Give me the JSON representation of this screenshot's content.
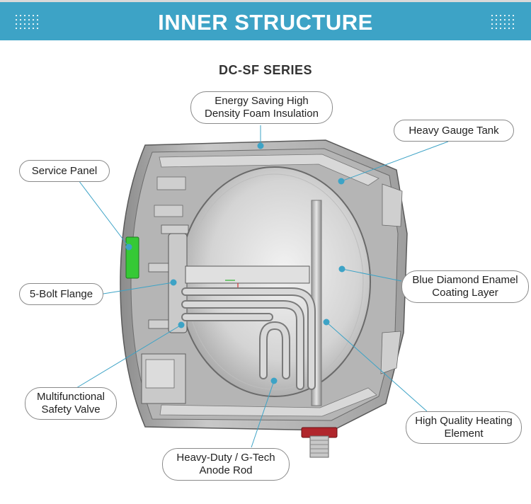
{
  "header": {
    "title": "INNER STRUCTURE"
  },
  "subtitle": "DC-SF SERIES",
  "labels": {
    "foam_insulation": "Energy Saving High\nDensity Foam Insulation",
    "heavy_gauge_tank": "Heavy Gauge Tank",
    "service_panel": "Service Panel",
    "bolt_flange": "5-Bolt Flange",
    "enamel_coating": "Blue Diamond Enamel\nCoating Layer",
    "safety_valve": "Multifunctional\nSafety Valve",
    "heating_element": "High Quality Heating\nElement",
    "anode_rod": "Heavy-Duty / G-Tech\nAnode Rod"
  },
  "colors": {
    "header_bg": "#3da3c6",
    "leader_line": "#3da3c6",
    "service_panel_green": "#36c936",
    "valve_red": "#b0262c"
  }
}
